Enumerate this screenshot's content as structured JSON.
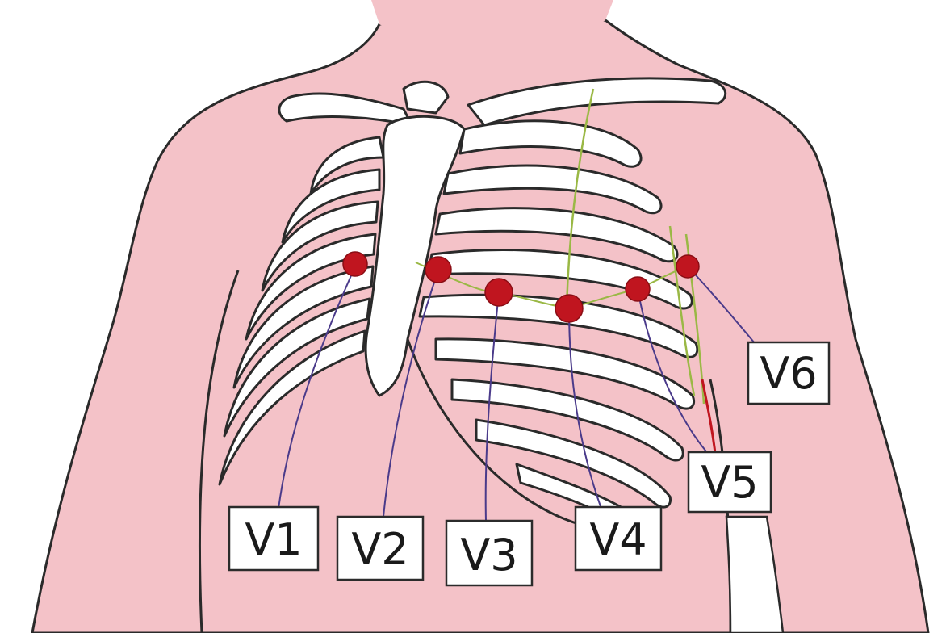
{
  "diagram": {
    "colors": {
      "skin": "#f4c2c8",
      "outline": "#2a2a2a",
      "bone": "#ffffff",
      "electrode": "#c0151f",
      "lead_wire": "#4a3a8a",
      "guide_line": "#9ab845",
      "label_border": "#2b2b2b"
    },
    "leads": [
      {
        "id": "V1",
        "label": "V1"
      },
      {
        "id": "V2",
        "label": "V2"
      },
      {
        "id": "V3",
        "label": "V3"
      },
      {
        "id": "V4",
        "label": "V4"
      },
      {
        "id": "V5",
        "label": "V5"
      },
      {
        "id": "V6",
        "label": "V6"
      }
    ]
  }
}
